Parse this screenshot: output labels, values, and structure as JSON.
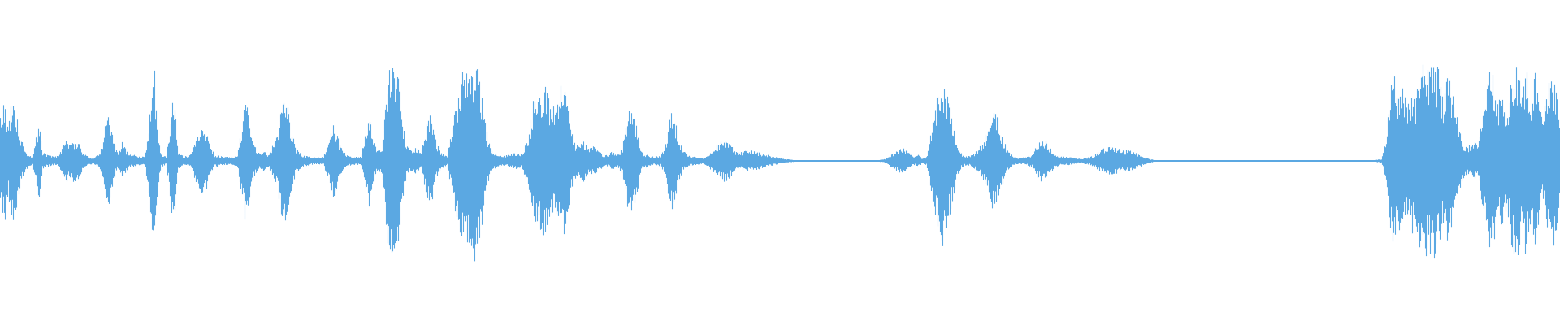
{
  "waveform": {
    "color": "#5ba8e2",
    "background": "#ffffff",
    "gain": 1.0,
    "envelope_points": [
      [
        0,
        0.48
      ],
      [
        6,
        0.56
      ],
      [
        10,
        0.32
      ],
      [
        14,
        0.6
      ],
      [
        18,
        0.52
      ],
      [
        22,
        0.38
      ],
      [
        26,
        0.2
      ],
      [
        30,
        0.12
      ],
      [
        34,
        0.06
      ],
      [
        40,
        0.04
      ],
      [
        48,
        0.4
      ],
      [
        52,
        0.08
      ],
      [
        58,
        0.06
      ],
      [
        66,
        0.04
      ],
      [
        72,
        0.05
      ],
      [
        80,
        0.22
      ],
      [
        86,
        0.16
      ],
      [
        90,
        0.2
      ],
      [
        96,
        0.18
      ],
      [
        102,
        0.08
      ],
      [
        108,
        0.04
      ],
      [
        114,
        0.03
      ],
      [
        122,
        0.07
      ],
      [
        126,
        0.18
      ],
      [
        130,
        0.42
      ],
      [
        134,
        0.44
      ],
      [
        138,
        0.3
      ],
      [
        142,
        0.12
      ],
      [
        146,
        0.06
      ],
      [
        150,
        0.2
      ],
      [
        154,
        0.12
      ],
      [
        158,
        0.06
      ],
      [
        164,
        0.06
      ],
      [
        170,
        0.04
      ],
      [
        178,
        0.04
      ],
      [
        182,
        0.3
      ],
      [
        186,
        0.7
      ],
      [
        190,
        0.86
      ],
      [
        193,
        0.34
      ],
      [
        198,
        0.06
      ],
      [
        204,
        0.04
      ],
      [
        208,
        0.24
      ],
      [
        212,
        0.6
      ],
      [
        215,
        0.5
      ],
      [
        219,
        0.08
      ],
      [
        226,
        0.04
      ],
      [
        234,
        0.06
      ],
      [
        240,
        0.2
      ],
      [
        248,
        0.32
      ],
      [
        254,
        0.28
      ],
      [
        258,
        0.16
      ],
      [
        264,
        0.06
      ],
      [
        270,
        0.05
      ],
      [
        276,
        0.04
      ],
      [
        284,
        0.04
      ],
      [
        292,
        0.06
      ],
      [
        298,
        0.38
      ],
      [
        302,
        0.66
      ],
      [
        306,
        0.44
      ],
      [
        312,
        0.16
      ],
      [
        318,
        0.08
      ],
      [
        324,
        0.1
      ],
      [
        330,
        0.06
      ],
      [
        340,
        0.22
      ],
      [
        348,
        0.6
      ],
      [
        354,
        0.52
      ],
      [
        358,
        0.3
      ],
      [
        364,
        0.12
      ],
      [
        372,
        0.06
      ],
      [
        380,
        0.04
      ],
      [
        390,
        0.03
      ],
      [
        398,
        0.04
      ],
      [
        404,
        0.2
      ],
      [
        410,
        0.36
      ],
      [
        414,
        0.26
      ],
      [
        420,
        0.12
      ],
      [
        426,
        0.06
      ],
      [
        432,
        0.04
      ],
      [
        444,
        0.04
      ],
      [
        450,
        0.28
      ],
      [
        454,
        0.46
      ],
      [
        458,
        0.22
      ],
      [
        464,
        0.1
      ],
      [
        470,
        0.12
      ],
      [
        476,
        0.74
      ],
      [
        480,
        0.9
      ],
      [
        485,
        0.96
      ],
      [
        490,
        0.78
      ],
      [
        494,
        0.42
      ],
      [
        500,
        0.16
      ],
      [
        506,
        0.1
      ],
      [
        512,
        0.14
      ],
      [
        518,
        0.08
      ],
      [
        524,
        0.32
      ],
      [
        528,
        0.46
      ],
      [
        532,
        0.42
      ],
      [
        536,
        0.2
      ],
      [
        542,
        0.08
      ],
      [
        550,
        0.04
      ],
      [
        560,
        0.48
      ],
      [
        566,
        0.78
      ],
      [
        572,
        0.92
      ],
      [
        578,
        0.86
      ],
      [
        584,
        0.94
      ],
      [
        590,
        0.82
      ],
      [
        594,
        0.56
      ],
      [
        598,
        0.3
      ],
      [
        604,
        0.1
      ],
      [
        612,
        0.06
      ],
      [
        620,
        0.05
      ],
      [
        628,
        0.06
      ],
      [
        634,
        0.08
      ],
      [
        642,
        0.06
      ],
      [
        650,
        0.24
      ],
      [
        656,
        0.58
      ],
      [
        662,
        0.62
      ],
      [
        668,
        0.74
      ],
      [
        672,
        0.78
      ],
      [
        678,
        0.5
      ],
      [
        684,
        0.52
      ],
      [
        690,
        0.7
      ],
      [
        696,
        0.72
      ],
      [
        700,
        0.42
      ],
      [
        706,
        0.18
      ],
      [
        712,
        0.14
      ],
      [
        718,
        0.2
      ],
      [
        724,
        0.12
      ],
      [
        730,
        0.14
      ],
      [
        736,
        0.1
      ],
      [
        742,
        0.06
      ],
      [
        748,
        0.06
      ],
      [
        754,
        0.1
      ],
      [
        760,
        0.06
      ],
      [
        766,
        0.14
      ],
      [
        772,
        0.44
      ],
      [
        778,
        0.54
      ],
      [
        784,
        0.3
      ],
      [
        790,
        0.08
      ],
      [
        796,
        0.06
      ],
      [
        804,
        0.04
      ],
      [
        812,
        0.05
      ],
      [
        818,
        0.12
      ],
      [
        822,
        0.32
      ],
      [
        828,
        0.52
      ],
      [
        834,
        0.24
      ],
      [
        840,
        0.1
      ],
      [
        846,
        0.06
      ],
      [
        854,
        0.04
      ],
      [
        864,
        0.03
      ],
      [
        872,
        0.06
      ],
      [
        876,
        0.1
      ],
      [
        880,
        0.14
      ],
      [
        886,
        0.18
      ],
      [
        892,
        0.2
      ],
      [
        898,
        0.16
      ],
      [
        904,
        0.1
      ],
      [
        910,
        0.08
      ],
      [
        918,
        0.1
      ],
      [
        926,
        0.1
      ],
      [
        934,
        0.08
      ],
      [
        942,
        0.06
      ],
      [
        950,
        0.05
      ],
      [
        958,
        0.03
      ],
      [
        966,
        0.02
      ],
      [
        980,
        0.006
      ],
      [
        1000,
        0.006
      ],
      [
        1040,
        0.006
      ],
      [
        1080,
        0.006
      ],
      [
        1090,
        0.02
      ],
      [
        1096,
        0.06
      ],
      [
        1104,
        0.1
      ],
      [
        1112,
        0.12
      ],
      [
        1118,
        0.08
      ],
      [
        1124,
        0.04
      ],
      [
        1130,
        0.06
      ],
      [
        1134,
        0.02
      ],
      [
        1140,
        0.04
      ],
      [
        1148,
        0.38
      ],
      [
        1154,
        0.68
      ],
      [
        1160,
        0.8
      ],
      [
        1166,
        0.62
      ],
      [
        1172,
        0.4
      ],
      [
        1178,
        0.14
      ],
      [
        1184,
        0.06
      ],
      [
        1190,
        0.04
      ],
      [
        1200,
        0.08
      ],
      [
        1210,
        0.18
      ],
      [
        1216,
        0.32
      ],
      [
        1222,
        0.48
      ],
      [
        1228,
        0.4
      ],
      [
        1234,
        0.22
      ],
      [
        1240,
        0.1
      ],
      [
        1246,
        0.04
      ],
      [
        1254,
        0.03
      ],
      [
        1262,
        0.04
      ],
      [
        1270,
        0.06
      ],
      [
        1276,
        0.16
      ],
      [
        1282,
        0.2
      ],
      [
        1288,
        0.18
      ],
      [
        1294,
        0.1
      ],
      [
        1300,
        0.06
      ],
      [
        1306,
        0.04
      ],
      [
        1314,
        0.04
      ],
      [
        1322,
        0.03
      ],
      [
        1330,
        0.02
      ],
      [
        1336,
        0.03
      ],
      [
        1342,
        0.04
      ],
      [
        1350,
        0.08
      ],
      [
        1358,
        0.12
      ],
      [
        1366,
        0.14
      ],
      [
        1374,
        0.12
      ],
      [
        1382,
        0.1
      ],
      [
        1390,
        0.1
      ],
      [
        1396,
        0.08
      ],
      [
        1402,
        0.06
      ],
      [
        1408,
        0.04
      ],
      [
        1414,
        0.02
      ],
      [
        1424,
        0.006
      ],
      [
        1480,
        0.006
      ],
      [
        1560,
        0.006
      ],
      [
        1640,
        0.006
      ],
      [
        1690,
        0.006
      ],
      [
        1700,
        0.02
      ],
      [
        1706,
        0.2
      ],
      [
        1710,
        0.64
      ],
      [
        1716,
        0.88
      ],
      [
        1720,
        0.62
      ],
      [
        1726,
        0.78
      ],
      [
        1732,
        0.5
      ],
      [
        1738,
        0.72
      ],
      [
        1742,
        0.56
      ],
      [
        1748,
        0.9
      ],
      [
        1754,
        0.96
      ],
      [
        1758,
        0.82
      ],
      [
        1764,
        0.98
      ],
      [
        1770,
        0.86
      ],
      [
        1776,
        0.62
      ],
      [
        1782,
        0.84
      ],
      [
        1788,
        0.66
      ],
      [
        1794,
        0.38
      ],
      [
        1800,
        0.18
      ],
      [
        1806,
        0.12
      ],
      [
        1812,
        0.2
      ],
      [
        1818,
        0.16
      ],
      [
        1822,
        0.32
      ],
      [
        1828,
        0.58
      ],
      [
        1834,
        0.98
      ],
      [
        1838,
        0.84
      ],
      [
        1842,
        0.52
      ],
      [
        1848,
        0.7
      ],
      [
        1854,
        0.44
      ],
      [
        1860,
        0.82
      ],
      [
        1866,
        0.96
      ],
      [
        1872,
        0.76
      ],
      [
        1878,
        0.92
      ],
      [
        1884,
        0.58
      ],
      [
        1890,
        0.88
      ],
      [
        1894,
        0.52
      ],
      [
        1898,
        0.4
      ],
      [
        1904,
        0.66
      ],
      [
        1910,
        0.92
      ],
      [
        1916,
        0.7
      ],
      [
        1920,
        0.4
      ]
    ],
    "random_seed": 12345
  }
}
